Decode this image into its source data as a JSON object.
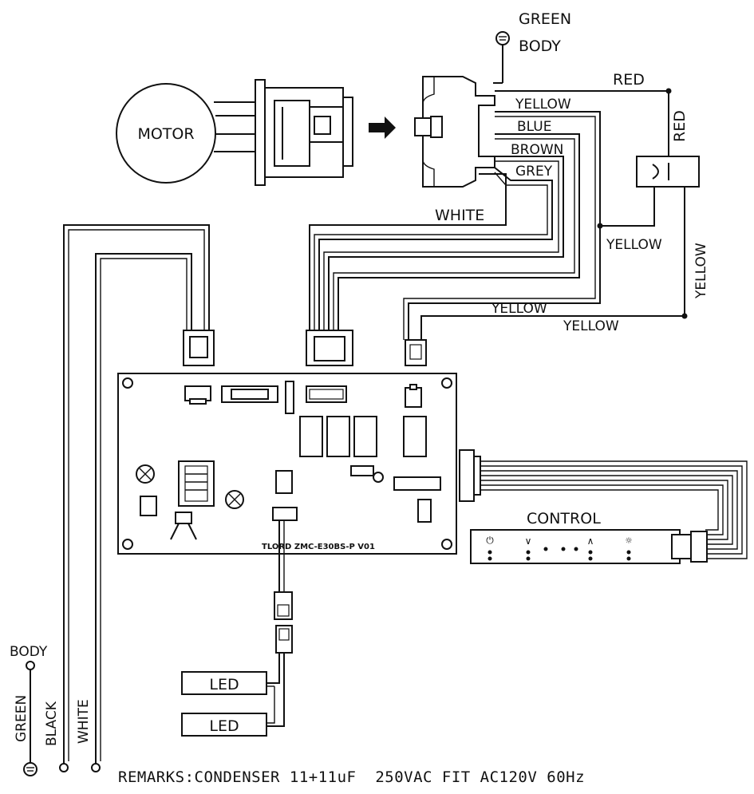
{
  "labels": {
    "green_top": "GREEN",
    "body_top": "BODY",
    "motor": "MOTOR",
    "red_h": "RED",
    "red_v": "RED",
    "yellow_1": "YELLOW",
    "blue": "BLUE",
    "brown": "BROWN",
    "grey": "GREY",
    "white_top": "WHITE",
    "yellow_cap": "YELLOW",
    "yellow_v": "YELLOW",
    "yellow_2": "YELLOW",
    "yellow_3": "YELLOW",
    "control": "CONTROL",
    "board_id": "TLORD  ZMC-E30BS-P  V01",
    "led_1": "LED",
    "led_2": "LED",
    "body_bottom": "BODY",
    "green_bottom": "GREEN",
    "black_bottom": "BLACK",
    "white_bottom": "WHITE"
  },
  "remarks": "REMARKS:CONDENSER 11+11uF  250VAC FIT AC120V 60Hz"
}
